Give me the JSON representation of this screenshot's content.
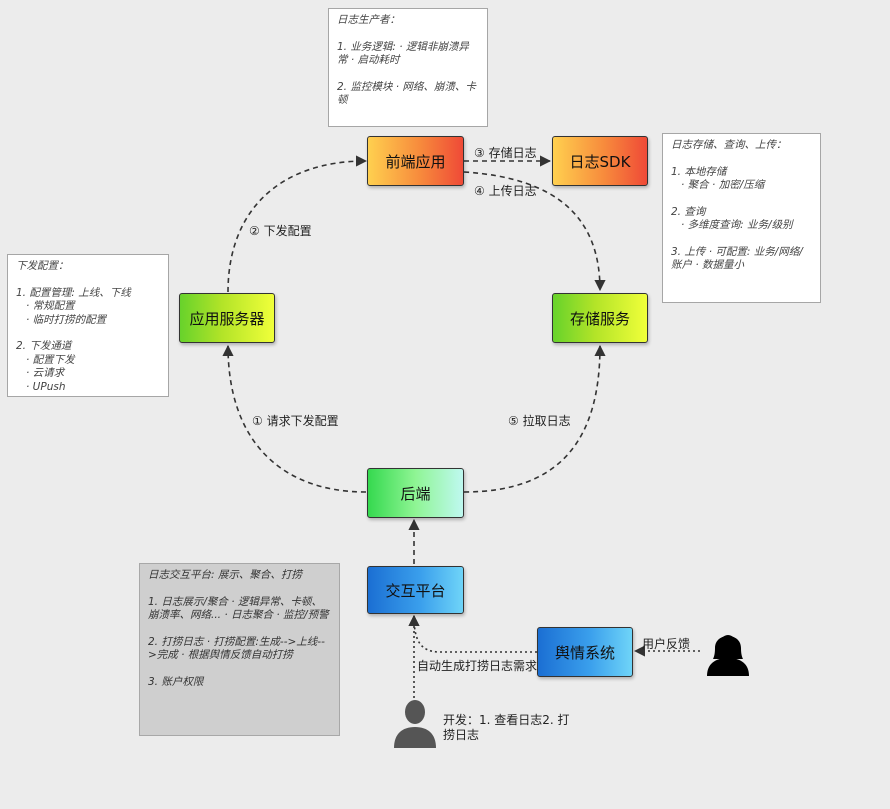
{
  "nodes": {
    "frontend_app": "前端应用",
    "log_sdk": "日志SDK",
    "app_server": "应用服务器",
    "storage_service": "存储服务",
    "backend": "后端",
    "interaction_platform": "交互平台",
    "sentiment_system": "舆情系统"
  },
  "edge_labels": {
    "store_logs": "③ 存储日志",
    "upload_logs": "④ 上传日志",
    "dispatch_config": "② 下发配置",
    "request_config": "① 请求下发配置",
    "pull_logs": "⑤ 拉取日志",
    "user_feedback": "用户反馈",
    "auto_generate": "自动生成打捞日志需求",
    "developer": "开发：1.  查看日志2. 打捞日志"
  },
  "notes": {
    "producer": {
      "title": "日志生产者：",
      "lines": [
        "1. 业务逻辑:   · 逻辑非崩溃异常    · 启动耗时",
        "2. 监控模块    · 网络、崩溃、卡顿"
      ]
    },
    "storage": {
      "title": "日志存储、查询、上传：",
      "lines": [
        "1. 本地存储",
        "· 聚合    · 加密/压缩",
        "2. 查询",
        "· 多维度查询: 业务/级别",
        "3. 上传    · 可配置: 业务/网络/账户    · 数据量小"
      ]
    },
    "dispatch": {
      "title": "下发配置：",
      "lines": [
        "1. 配置管理: 上线、下线",
        "· 常规配置",
        "· 临时打捞的配置",
        "2. 下发通道",
        "· 配置下发",
        "· 云请求",
        "· UPush"
      ]
    },
    "platform": {
      "title": "日志交互平台: 展示、聚合、打捞",
      "lines": [
        "1. 日志展示/聚合    · 逻辑异常、卡顿、崩溃率、网络...    · 日志聚合    · 监控/预警",
        "2. 打捞日志    · 打捞配置:生成-->上线-->完成    · 根据舆情反馈自动打捞",
        "3. 账户权限"
      ]
    }
  },
  "colors": {
    "edge": "#333333",
    "note_bg": "#ffffff",
    "note_grey_bg": "#cfcfcf",
    "person": "#555555",
    "person_dark": "#000000"
  },
  "icons": {
    "developer": "person-icon",
    "user": "female-user-icon"
  }
}
